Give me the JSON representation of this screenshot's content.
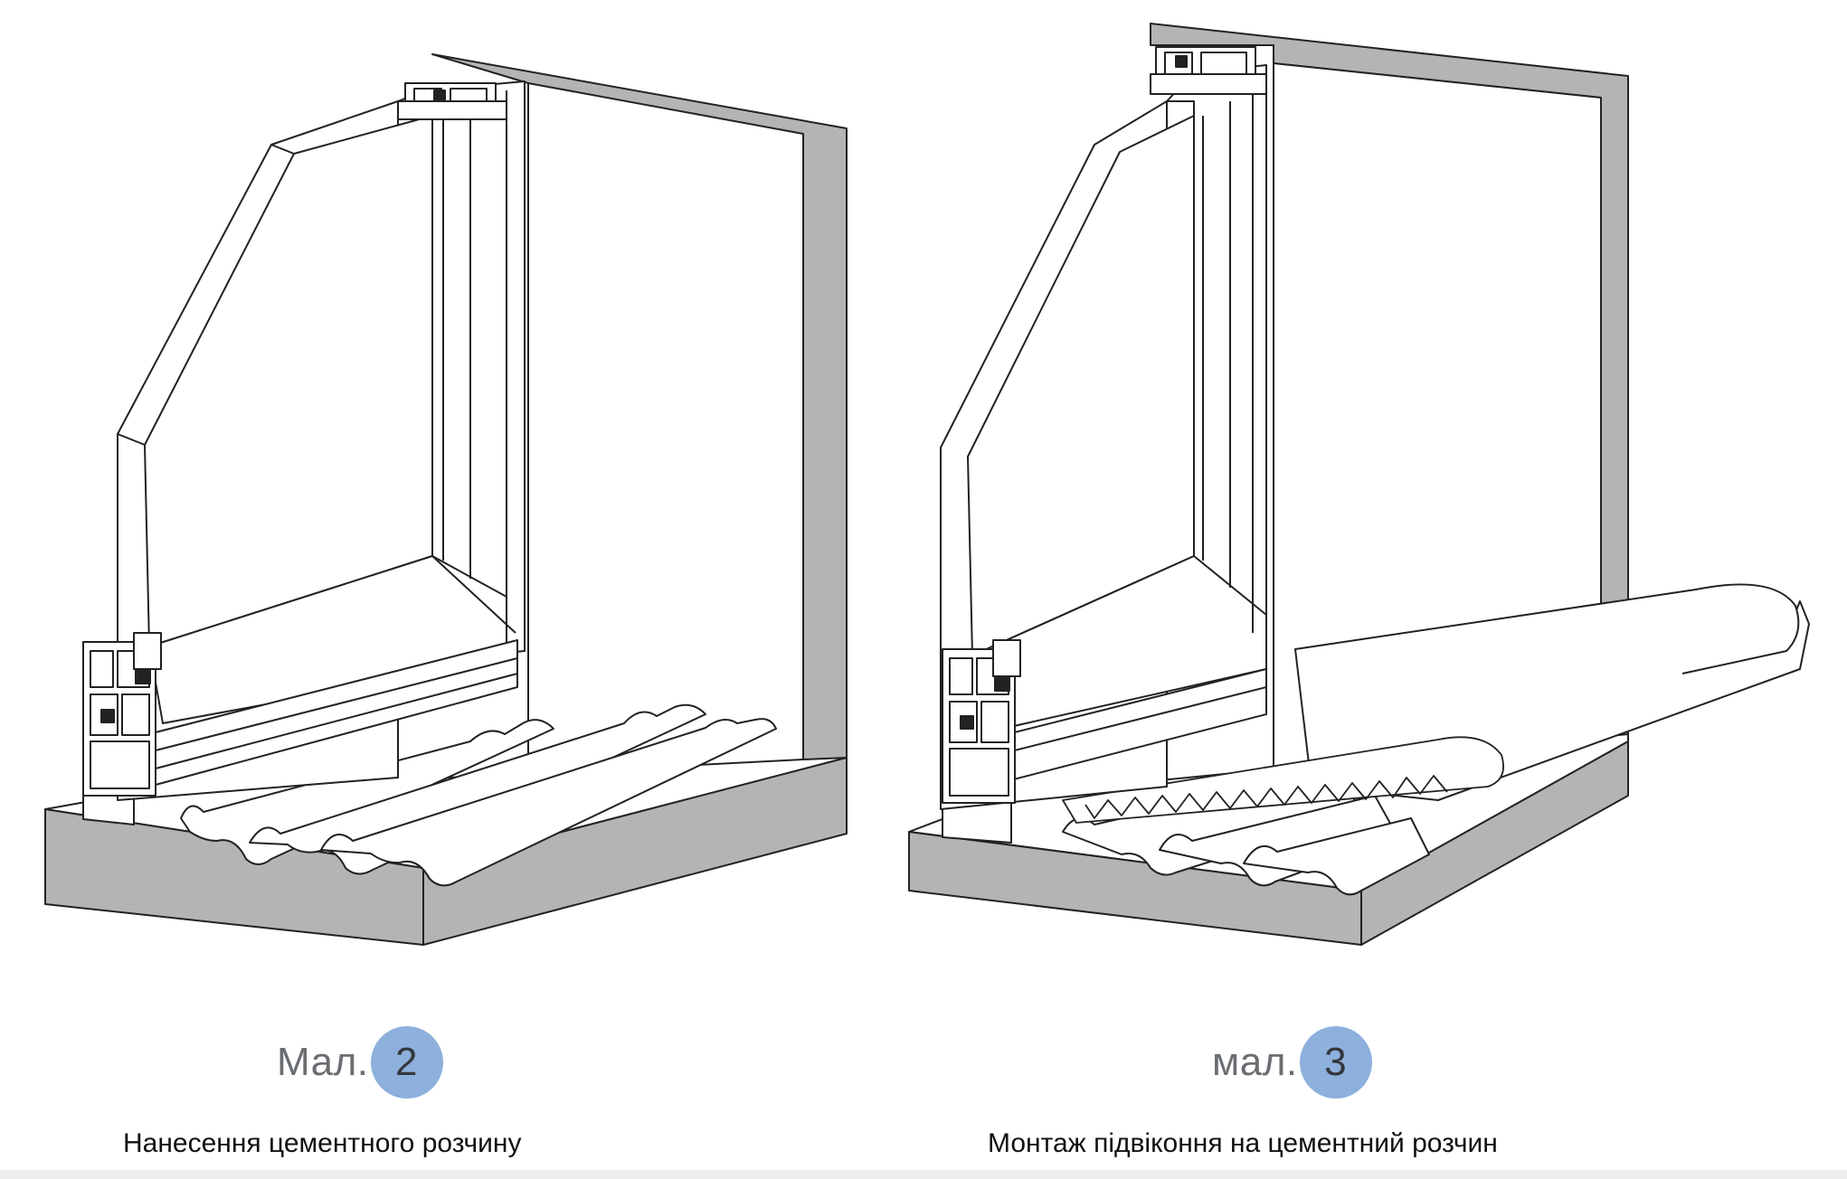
{
  "figures": [
    {
      "prefix": "Мал.",
      "number": "2",
      "caption": "Нанесення цементного розчину"
    },
    {
      "prefix": "мал.",
      "number": "3",
      "caption": "Монтаж підвіконня на цементний розчин"
    }
  ],
  "colors": {
    "wall": "#b3b4b6",
    "badge": "#8db0dc",
    "outline": "#222222",
    "label": "#6a6e72"
  }
}
